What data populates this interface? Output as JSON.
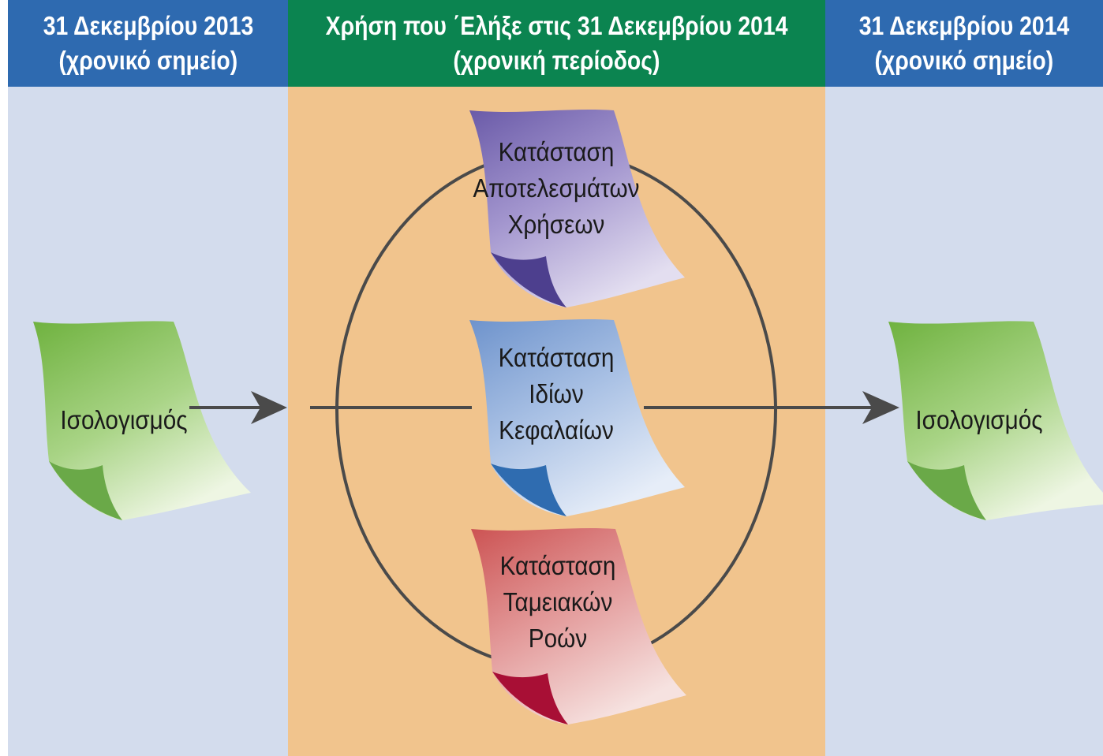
{
  "colors": {
    "left_header": "#2e6ab0",
    "mid_header": "#0b8450",
    "right_header": "#2e6ab0",
    "side_panel": "#d3dced",
    "mid_panel": "#f1c48d",
    "line": "#4a4a4a",
    "balance_sheet": "#8dc46b",
    "income_statement": "#7c6eb8",
    "equity_statement": "#7b9fd3",
    "cashflow_statement": "#d26060"
  },
  "headers": {
    "left": {
      "line1": "31 Δεκεμβρίου 2013",
      "line2": "(χρονικό σημείο)"
    },
    "middle": {
      "line1": "Χρήση που ΄Ελήξε στις 31 Δεκεμβρίου 2014",
      "line2": "(χρονική περίοδος)"
    },
    "right": {
      "line1": "31 Δεκεμβρίου 2014",
      "line2": "(χρονικό σημείο)"
    }
  },
  "documents": {
    "balance_left": {
      "text": "Ισολογισμός",
      "icon": "document-icon"
    },
    "income": {
      "line1": "Κατάσταση",
      "line2": "Αποτελεσμάτων",
      "line3": "Χρήσεων",
      "icon": "document-icon"
    },
    "equity": {
      "line1": "Κατάσταση",
      "line2": "Ιδίων",
      "line3": "Κεφαλαίων",
      "icon": "document-icon"
    },
    "cashflow": {
      "line1": "Κατάσταση",
      "line2": "Ταμειακών",
      "line3": "Ροών",
      "icon": "document-icon"
    },
    "balance_right": {
      "text": "Ισολογισμός",
      "icon": "document-icon"
    }
  }
}
